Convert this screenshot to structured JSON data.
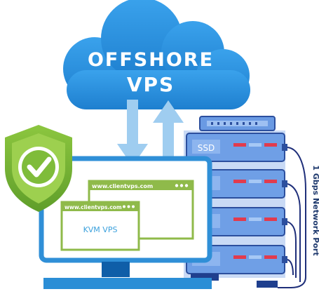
{
  "cloud": {
    "line1": "OFFSHORE",
    "line2": "VPS"
  },
  "window_back": {
    "url": "www.clientvps.com"
  },
  "window_front": {
    "url": "www.clientvps.com",
    "label": "KVM VPS"
  },
  "server": {
    "label": "SSD"
  },
  "network": {
    "label": "1 Gbps Network Port"
  },
  "colors": {
    "cloud": "#2b8fd9",
    "arrow": "#a9d4f3",
    "shield": "#7bb83b",
    "monitor": "#2f8fd7",
    "window_green": "#8fba4a",
    "server": "#6f9fe6",
    "server_dark": "#2c4f9e",
    "port_line": "#1f2f7a"
  }
}
